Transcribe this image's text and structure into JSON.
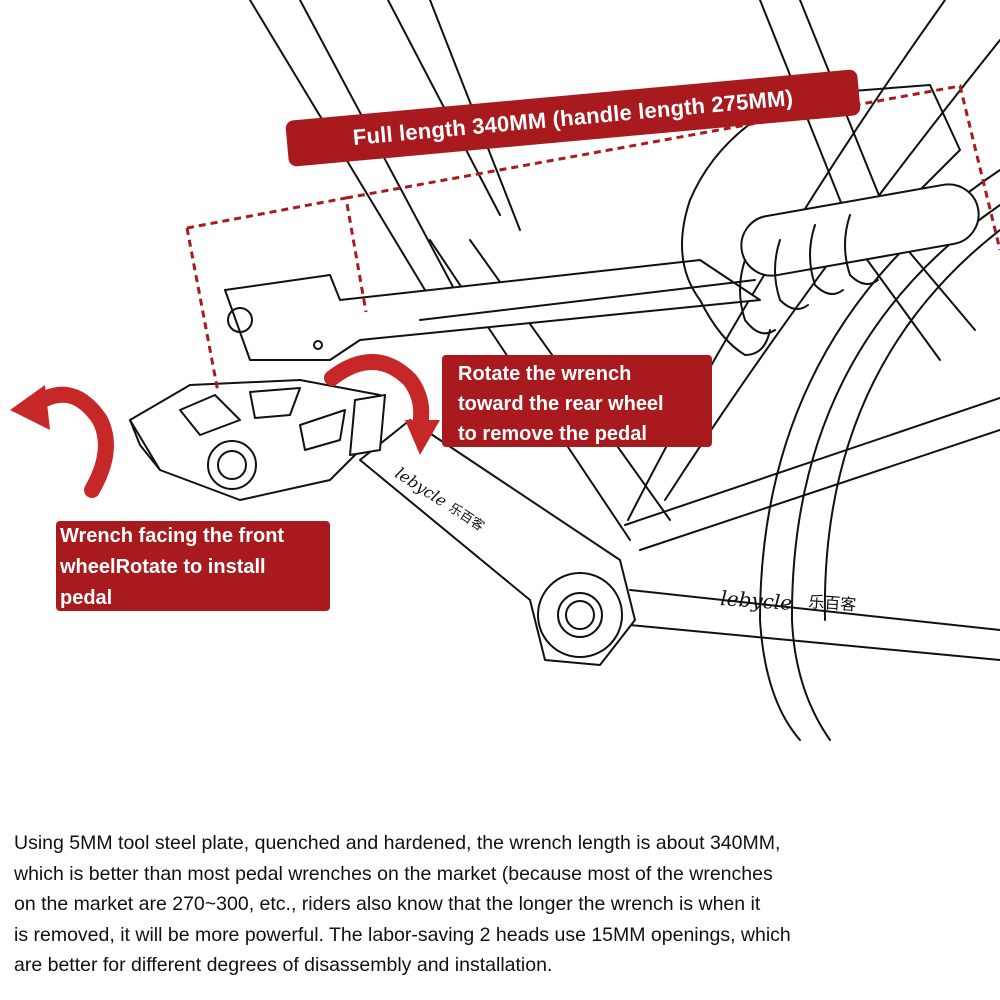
{
  "callouts": {
    "full_length": "Full length 340MM (handle length 275MM)",
    "remove_pedal": {
      "lines": [
        "Rotate the wrench",
        "toward the rear wheel",
        "to remove the pedal"
      ]
    },
    "install_pedal": {
      "lines": [
        "Wrench facing the front",
        "wheelRotate to install",
        "pedal"
      ]
    }
  },
  "brand": {
    "logo_text": "lebycle",
    "logo_cjk": "乐百客"
  },
  "description": {
    "lines": [
      "Using 5MM tool steel plate, quenched and hardened, the wrench length is about 340MM,",
      "which is better than most pedal wrenches on the market (because most of the wrenches",
      "on the market are 270~300, etc., riders also know that the longer the wrench is when it",
      "is removed, it will be more powerful. The labor-saving 2 heads use 15MM openings, which",
      "are better for different degrees of disassembly and installation."
    ]
  },
  "colors": {
    "accent_red": "#a81a1e",
    "line_art": "#111111",
    "background": "#ffffff"
  },
  "icons": [
    "curved-arrow-icon",
    "curved-arrow-icon"
  ]
}
